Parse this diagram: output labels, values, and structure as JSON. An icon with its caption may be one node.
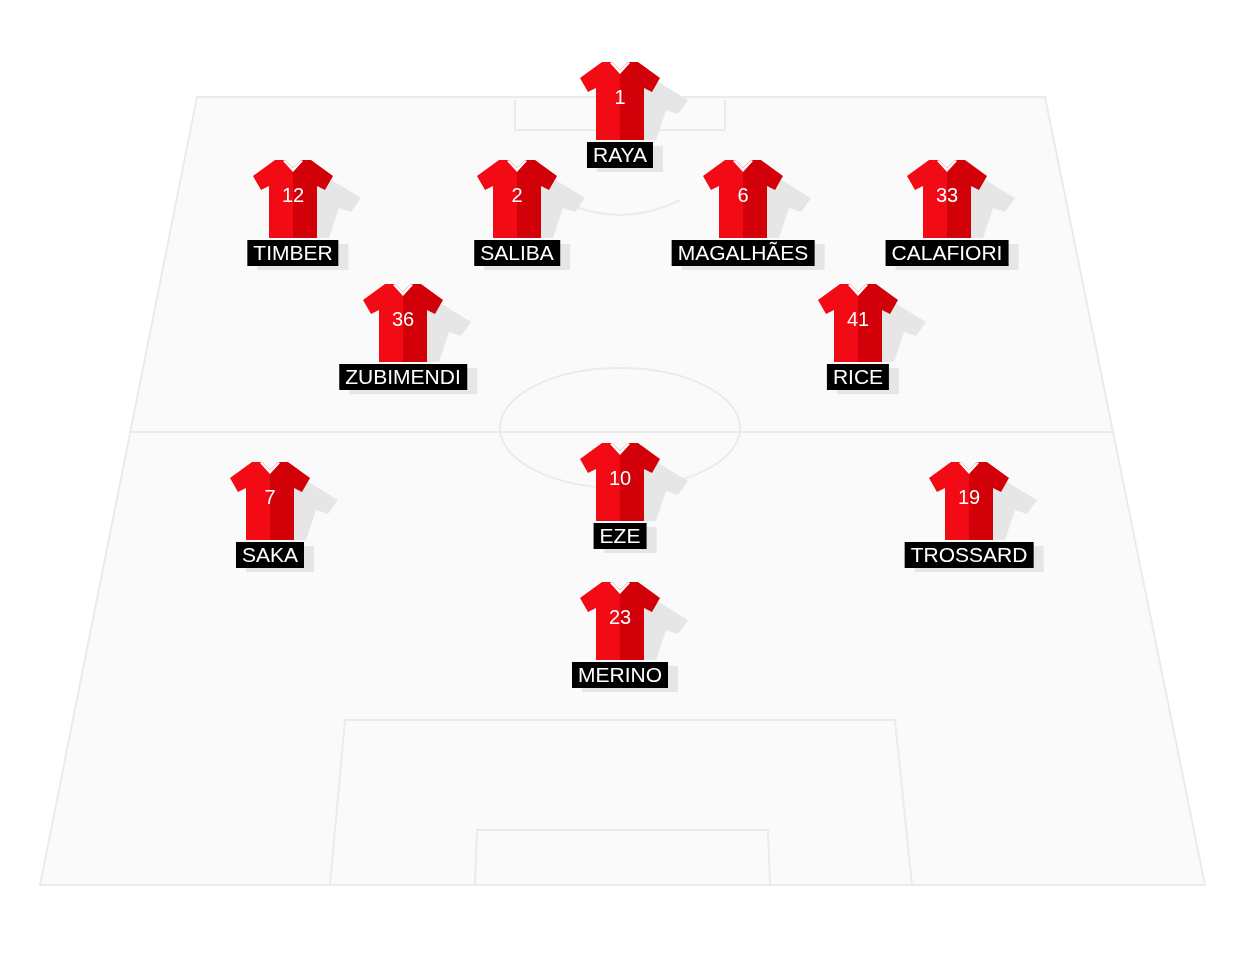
{
  "diagram": {
    "nodes": [
      {
        "text": [
          "1",
          "RAYA"
        ]
      },
      {
        "text": [
          "12",
          "TIMBER"
        ]
      },
      {
        "text": [
          "2",
          "SALIBA"
        ]
      },
      {
        "text": [
          "6",
          "MAGALHÃES"
        ]
      },
      {
        "text": [
          "33",
          "CALAFIORI"
        ]
      },
      {
        "text": [
          "36",
          "ZUBIMENDI"
        ]
      },
      {
        "text": [
          "41",
          "RICE"
        ]
      },
      {
        "text": [
          "7",
          "SAKA"
        ]
      },
      {
        "text": [
          "10",
          "EZE"
        ]
      },
      {
        "text": [
          "19",
          "TROSSARD"
        ]
      },
      {
        "text": [
          "23",
          "MERINO"
        ]
      }
    ]
  }
}
